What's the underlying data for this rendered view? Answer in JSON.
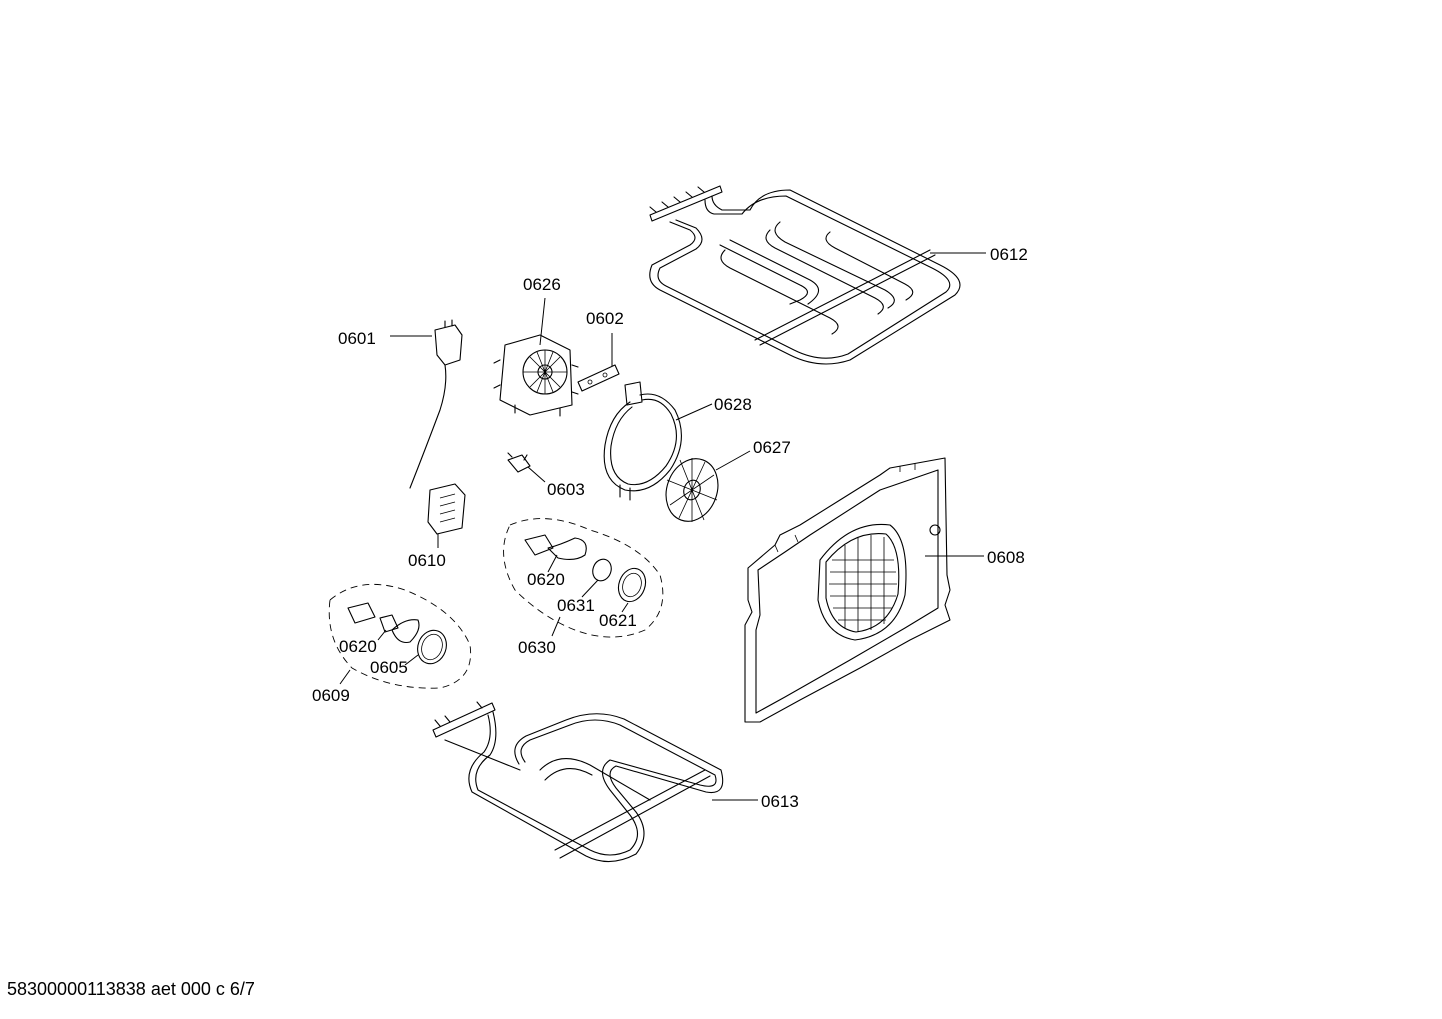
{
  "footer": {
    "document_code": "58300000113838 aet 000 c 6/7"
  },
  "labels": {
    "p0612": "0612",
    "p0626": "0626",
    "p0601": "0601",
    "p0602": "0602",
    "p0628": "0628",
    "p0627": "0627",
    "p0603": "0603",
    "p0610": "0610",
    "p0620_upper": "0620",
    "p0631": "0631",
    "p0621": "0621",
    "p0630": "0630",
    "p0620_lower": "0620",
    "p0605": "0605",
    "p0609": "0609",
    "p0608": "0608",
    "p0613": "0613"
  }
}
